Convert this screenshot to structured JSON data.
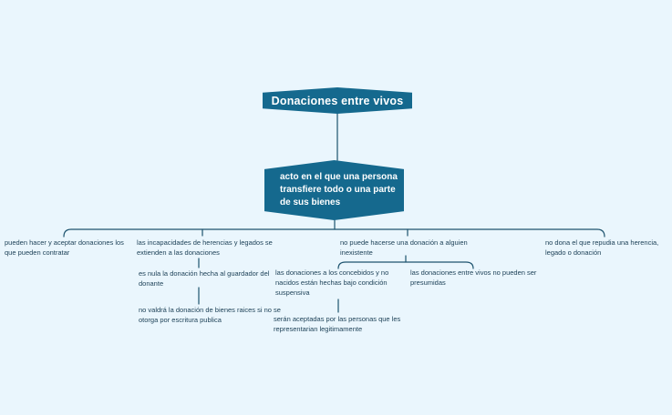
{
  "colors": {
    "background": "#eaf6fd",
    "node_fill": "#15698e",
    "node_text": "#ffffff",
    "connector_line": "#1d536e",
    "label_text": "#1e4258"
  },
  "root": {
    "title": "Donaciones entre vivos"
  },
  "definition": {
    "text": "acto en el que una persona transfiere todo o una parte de sus bienes"
  },
  "branches": [
    {
      "label": "pueden hacer y aceptar donaciones los que pueden contratar",
      "children": []
    },
    {
      "label": "las incapacidades de herencias y legados se extienden a las donaciones",
      "children": [
        {
          "label": "es nula la donación hecha al guardador del donante",
          "children": [
            {
              "label": "no valdrá la donación de bienes raices si no se otorga por escritura publica",
              "children": []
            }
          ]
        }
      ]
    },
    {
      "label": "no puede hacerse una donación a alguien inexistente",
      "children": [
        {
          "label": "las donaciones a los concebidos y no nacidos están hechas bajo condición suspensiva",
          "children": [
            {
              "label": "serán aceptadas por las personas que les representarian legitimamente",
              "children": []
            }
          ]
        },
        {
          "label": "las donaciones entre vivos no pueden ser presumidas",
          "children": []
        }
      ]
    },
    {
      "label": "no dona el que repudia una herencia, legado o donación",
      "children": []
    }
  ]
}
